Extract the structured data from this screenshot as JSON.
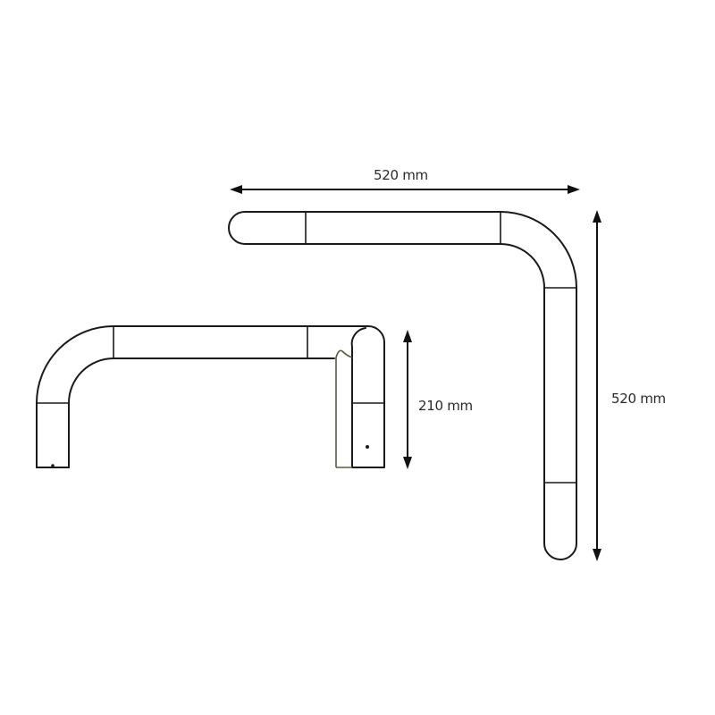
{
  "diagram": {
    "type": "technical dimension drawing",
    "views": [
      {
        "id": "top-view",
        "description": "L-shaped handle, top view"
      },
      {
        "id": "side-view",
        "description": "U-shaped handle with mounting bracket, side view"
      }
    ],
    "dimensions": {
      "top_width": {
        "label": "520 mm",
        "value": 520,
        "unit": "mm",
        "orientation": "horizontal"
      },
      "top_depth": {
        "label": "520 mm",
        "value": 520,
        "unit": "mm",
        "orientation": "vertical"
      },
      "side_height": {
        "label": "210 mm",
        "value": 210,
        "unit": "mm",
        "orientation": "vertical"
      }
    },
    "colors": {
      "stroke": "#1a1a1a",
      "bracket_stroke": "#5c5a3a",
      "background": "#ffffff"
    }
  }
}
